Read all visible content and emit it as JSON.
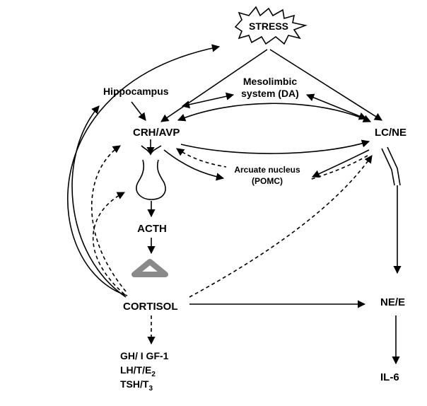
{
  "nodes": {
    "stress": "STRESS",
    "hippocampus": "Hippocampus",
    "mesolimbic_line1": "Mesolimbic",
    "mesolimbic_line2": "system (DA)",
    "crh_avp": "CRH/AVP",
    "lc_ne": "LC/NE",
    "arcuate_line1": "Arcuate nucleus",
    "arcuate_line2": "(POMC)",
    "acth": "ACTH",
    "cortisol": "CORTISOL",
    "ne_e": "NE/E",
    "il6": "IL-6",
    "gh_igf1": "GH/ I GF-1",
    "lh_t": "LH/T/E",
    "lh_t_sub": "2",
    "tsh_t": "TSH/T",
    "tsh_t_sub": "3"
  },
  "colors": {
    "line": "#000000",
    "adrenal_fill": "#8a8a8a"
  }
}
